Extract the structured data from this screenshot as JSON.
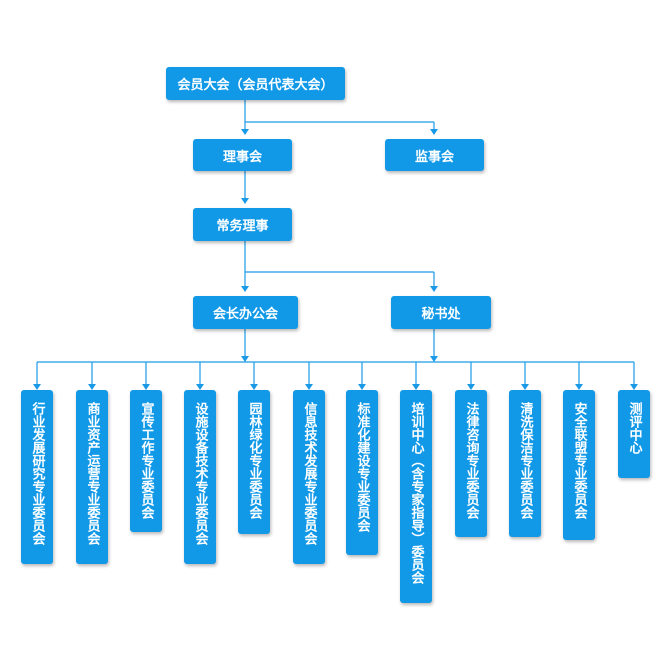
{
  "org": {
    "assembly": "会员大会（会员代表大会）",
    "council": "理事会",
    "supervisors": "监事会",
    "standing": "常务理事",
    "president_office": "会长办公会",
    "secretariat": "秘书处",
    "committees": [
      "行业发展研究专业委员会",
      "商业资产运营专业委员会",
      "宣传工作专业委员会",
      "设施设备技术专业委员会",
      "园林绿化专业委员会",
      "信息技术发展专业委员会",
      "标准化建设专业委员会",
      "培训中心（含专家指导）委员会",
      "法律咨询专业委员会",
      "清洗保洁专业委员会",
      "安全联盟专业委员会",
      "测评中心"
    ]
  }
}
